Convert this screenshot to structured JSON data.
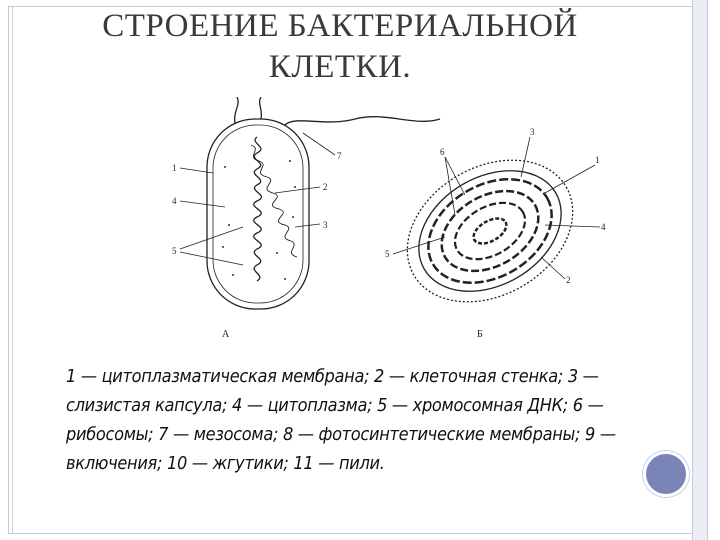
{
  "slide": {
    "title_line1": "СТРОЕНИЕ БАКТЕРИАЛЬНОЙ",
    "title_line2": "КЛЕТКИ.",
    "caption": "1 — цитоплазматическая мембрана; 2 — клеточная стенка; 3 — слизистая капсула; 4 — цитоплазма; 5 — хромосомная ДНК; 6 — рибосомы; 7 — мезосома; 8 — фотосинтетические мембраны; 9 — включения; 10 — жгутики; 11 — пили."
  },
  "figure": {
    "panel_a_label": "А",
    "panel_b_label": "Б",
    "callouts_a": [
      "1",
      "4",
      "5",
      "2",
      "3",
      "7"
    ],
    "callouts_b": [
      "3",
      "6",
      "1",
      "4",
      "5",
      "2"
    ]
  }
}
